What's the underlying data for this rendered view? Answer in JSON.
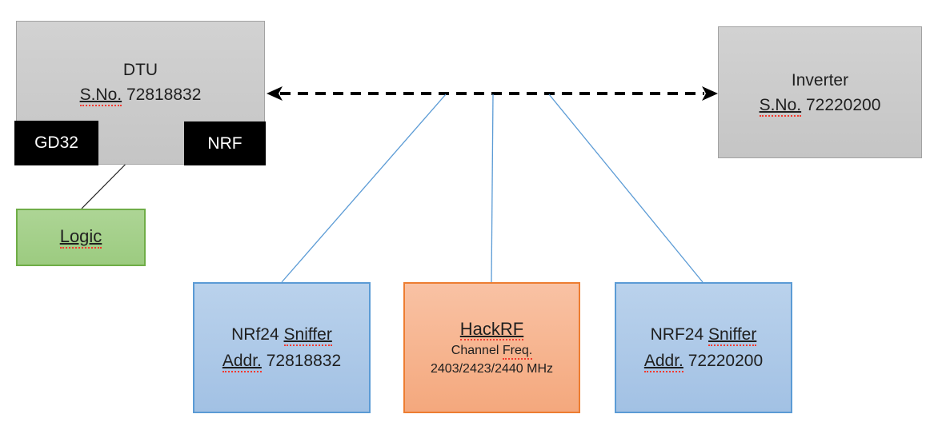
{
  "dtu": {
    "title": "DTU",
    "sno_label": "S.No.",
    "sno_value": "72818832",
    "chips": {
      "gd32": "GD32",
      "nrf": "NRF"
    }
  },
  "inverter": {
    "title": "Inverter",
    "sno_label": "S.No.",
    "sno_value": "72220200"
  },
  "logic": {
    "label": "Logic"
  },
  "sniffer_left": {
    "line1_prefix": "NRf24",
    "line1_word": "Sniffer",
    "line2_word": "Addr.",
    "line2_value": "72818832"
  },
  "hackrf": {
    "title": "HackRF",
    "line2_prefix": "Channel",
    "line2_word": "Freq.",
    "line3": "2403/2423/2440 MHz"
  },
  "sniffer_right": {
    "line1_prefix": "NRF24",
    "line1_word": "Sniffer",
    "line2_word": "Addr.",
    "line2_value": "72220200"
  },
  "colors": {
    "connector_blue": "#5b9bd5",
    "dashed_link": "#000000",
    "gray_fill": "#c9c9c9",
    "blue_fill": "#aec9e8",
    "orange_fill": "#f6b591",
    "green_fill": "#a5d08b",
    "squiggle_red": "#f5392e"
  }
}
